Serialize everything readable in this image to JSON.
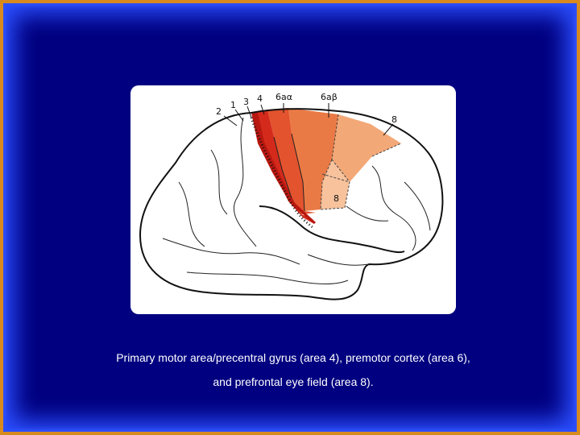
{
  "diagram": {
    "labels": {
      "area2": "2",
      "area1": "1",
      "area3": "3",
      "area4": "4",
      "area6aa": "6aα",
      "area6ab": "6aβ",
      "area8_upper": "8",
      "area8_lower": "8"
    },
    "colors": {
      "area4": "#d42a1c",
      "area6aa": "#e3532e",
      "area6ab": "#ea7a45",
      "area8": "#f3a877",
      "area8_lower": "#f7c29c",
      "slide_background": "#000080",
      "frame": "#d98a1f"
    }
  },
  "caption": {
    "line1": "Primary motor area/precentral gyrus (area 4), premotor cortex (area 6),",
    "line2": "and prefrontal eye field (area 8)."
  }
}
